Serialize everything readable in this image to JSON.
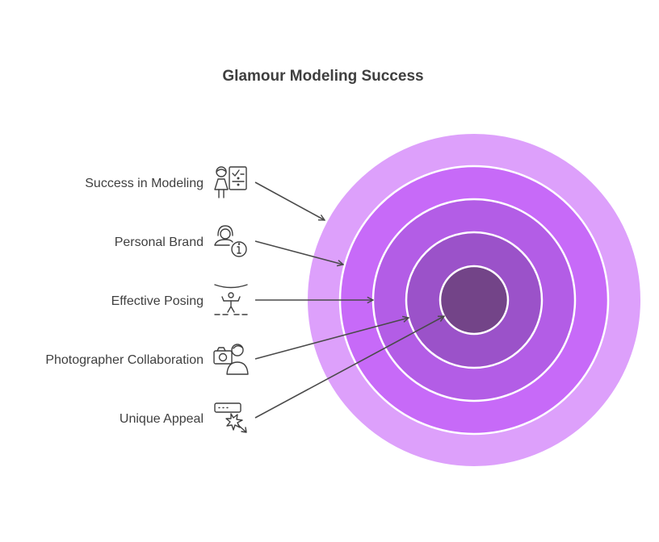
{
  "title": "Glamour Modeling Success",
  "colors": {
    "ring_outer": "#dda0fb",
    "ring_2": "#c76af8",
    "ring_3": "#b35de6",
    "ring_4": "#9b52c9",
    "core": "#734488",
    "ring_border": "#ffffff",
    "text": "#3f3f3f"
  },
  "items": [
    {
      "label": "Success in Modeling",
      "icon": "model-checklist-icon"
    },
    {
      "label": "Personal Brand",
      "icon": "person-info-icon"
    },
    {
      "label": "Effective Posing",
      "icon": "posing-figure-icon"
    },
    {
      "label": "Photographer Collaboration",
      "icon": "camera-person-icon"
    },
    {
      "label": "Unique Appeal",
      "icon": "sparkle-cursor-icon"
    }
  ]
}
